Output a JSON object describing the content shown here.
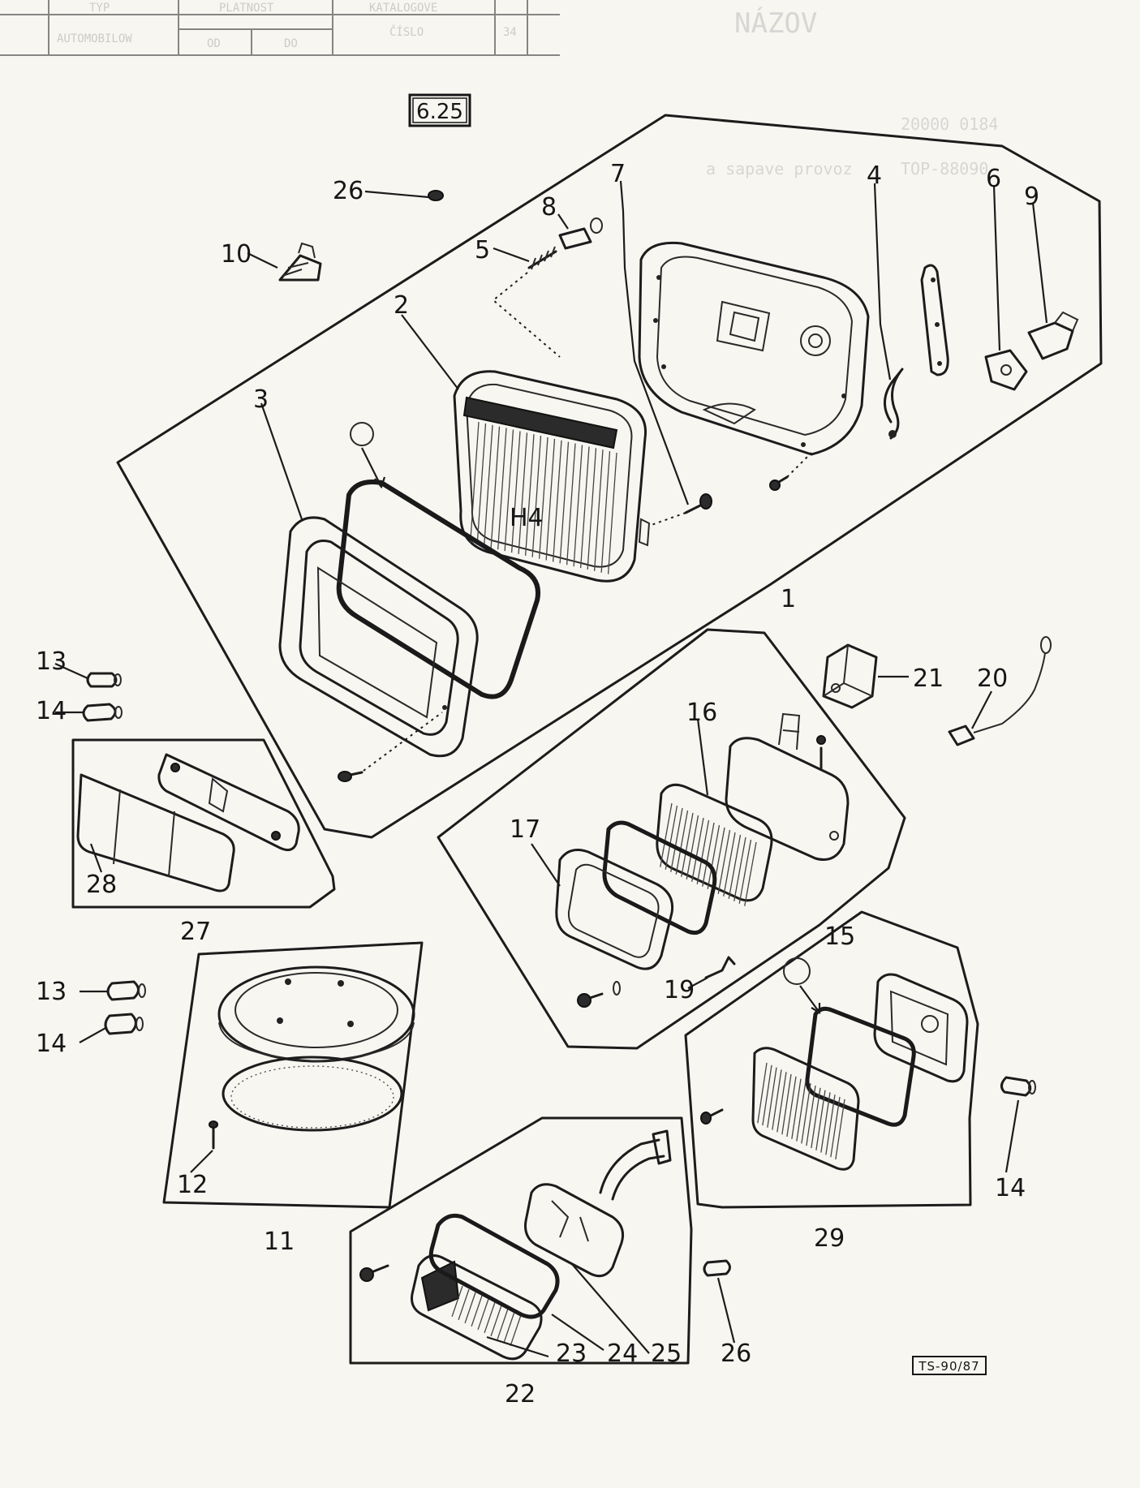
{
  "header_table": {
    "cells": [
      "TYP",
      "AUTOMOBILOW",
      "PLATNOST",
      "OD",
      "DO",
      "KATALOGOVE",
      "ČÍSLO",
      "34"
    ],
    "ghost_title": "NÁZOV",
    "ghost_row_1": "20000 0184",
    "ghost_row_2": "TOP-88090",
    "ghost_row_3": "a sapave provoz"
  },
  "figure_ref": "6.25",
  "drawing_code": "TS-90/87",
  "callouts": {
    "c1": "1",
    "c2": "2",
    "c3": "3",
    "c4": "4",
    "c5": "5",
    "c6": "6",
    "c7": "7",
    "c8": "8",
    "c9": "9",
    "c10": "10",
    "c11": "11",
    "c12": "12",
    "c13a": "13",
    "c13b": "13",
    "c14a": "14",
    "c14b": "14",
    "c14c": "14",
    "c15": "15",
    "c16": "16",
    "c17": "17",
    "c19": "19",
    "c20": "20",
    "c21": "21",
    "c22": "22",
    "c23": "23",
    "c24": "24",
    "c25": "25",
    "c26a": "26",
    "c26b": "26",
    "c27": "27",
    "c28": "28",
    "c29": "29",
    "h4": "H4"
  }
}
